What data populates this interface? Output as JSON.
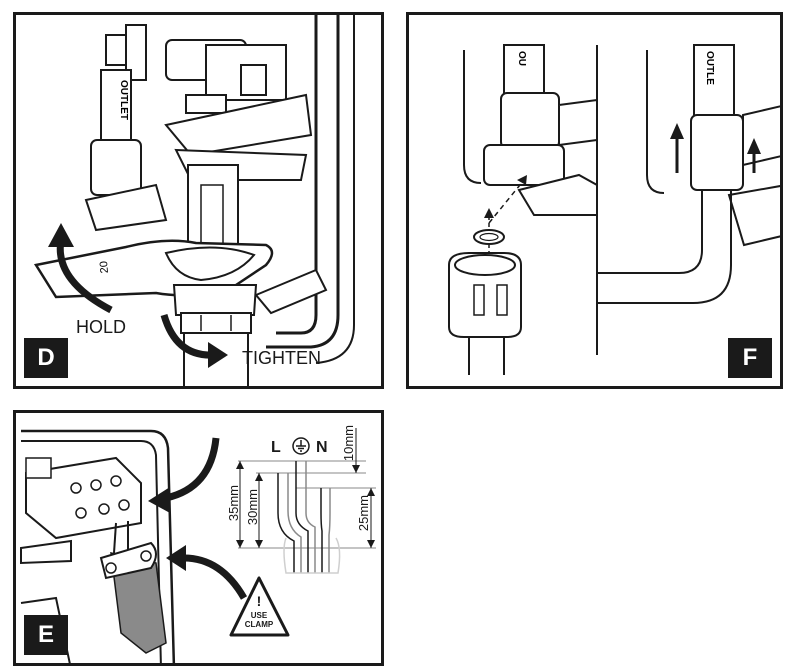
{
  "panels": {
    "d": {
      "badge": "D",
      "hold_label": "HOLD",
      "tighten_label": "TIGHTEN",
      "spanner_marking": "20",
      "outlet_marking": "OUTLET"
    },
    "f": {
      "badge": "F",
      "outlet_marking_left": "OU",
      "outlet_marking_right": "OUTLE"
    },
    "e": {
      "badge": "E",
      "live_label": "L",
      "neutral_label": "N",
      "earth_icon": "earth-ground-icon",
      "dim_10": "10mm",
      "dim_35": "35mm",
      "dim_30": "30mm",
      "dim_25": "25mm",
      "warning_mark": "!",
      "warning_line1": "USE",
      "warning_line2": "CLAMP"
    }
  },
  "colors": {
    "ink": "#1a1a1a",
    "grey": "#8a8a8a",
    "light_grey": "#cfcfcf",
    "white": "#ffffff"
  }
}
